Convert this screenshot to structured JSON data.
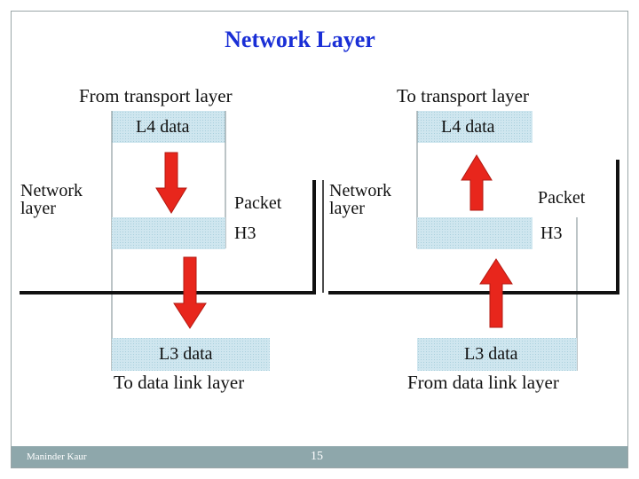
{
  "title": "Network Layer",
  "footer": {
    "author": "Maninder Kaur",
    "page": "15"
  },
  "colors": {
    "title": "#1a2fd6",
    "arrow": "#e8261c",
    "data_fill": "#c9e4ee",
    "footer": "#8ea7ab"
  },
  "left": {
    "top_label": "From transport layer",
    "top_box": "L4 data",
    "side_label_line1": "Network",
    "side_label_line2": "layer",
    "packet_label": "Packet",
    "header_label": "H3",
    "bottom_box": "L3 data",
    "bottom_label": "To data link layer",
    "arrow_direction": "down"
  },
  "right": {
    "top_label": "To transport layer",
    "top_box": "L4 data",
    "side_label_line1": "Network",
    "side_label_line2": "layer",
    "packet_label": "Packet",
    "header_label": "H3",
    "bottom_box": "L3 data",
    "bottom_label": "From data link layer",
    "arrow_direction": "up"
  }
}
